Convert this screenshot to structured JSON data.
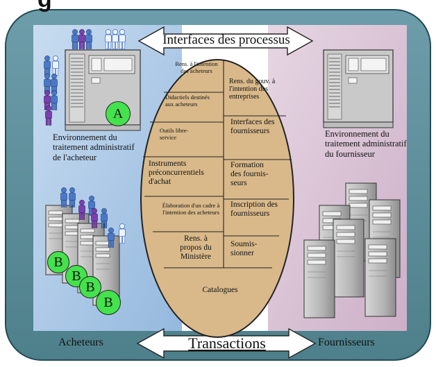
{
  "header": {
    "partial_title": "g"
  },
  "top_flow": {
    "label": "Interfaces des processus"
  },
  "bottom_flow": {
    "label": "Transactions"
  },
  "left": {
    "name": "Acheteurs",
    "env_label": "Environnement du traitement administratif de l'acheteur",
    "badges": [
      "A",
      "B",
      "B",
      "B",
      "B"
    ]
  },
  "right": {
    "name": "Fournisseurs",
    "env_label": "Environnement du traitement administratif du fournisseur"
  },
  "oval": {
    "left_cells": [
      "Rens. à l'intention des acheteurs",
      "Didactiels destinés aux acheteurs",
      "Outils libre- service",
      "Instruments préconcurrentiels d'achat",
      "Élaboration d'un cadre à l'intention des acheteurs",
      "Rens. à propos du Ministère"
    ],
    "right_cells": [
      "Rens. du gouv. à l'intention des entreprises",
      "Interfaces des fournisseurs",
      "Formation des fournis-seurs",
      "Inscription des fournisseurs",
      "Soumis-sionner"
    ],
    "bottom_cell": "Catalogues"
  },
  "colors": {
    "frame": "#5a8c98",
    "left_panel": "#aac6e4",
    "right_panel": "#d9c4d6",
    "oval": "#d9b98a",
    "badge": "#44e24c",
    "person_blue": "#4a78c8",
    "person_purple": "#7a3fb0"
  }
}
